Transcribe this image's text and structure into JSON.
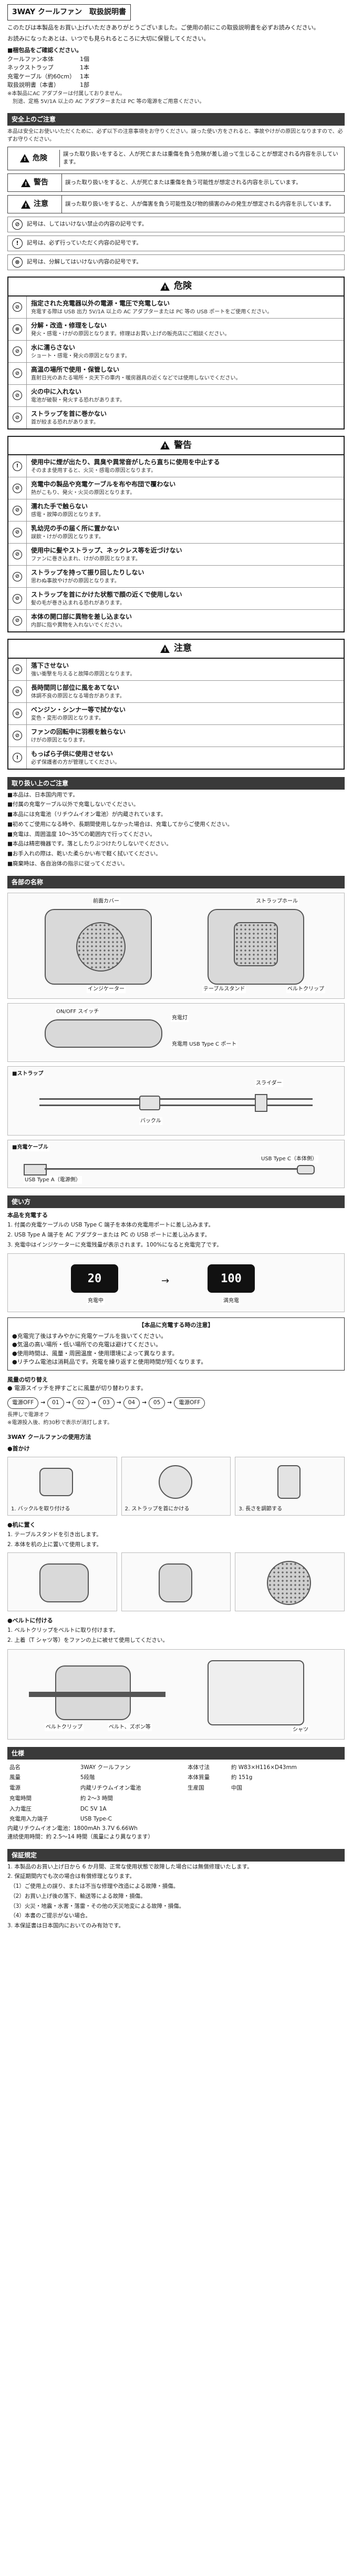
{
  "header": {
    "title": "3WAY クールファン　取扱説明書"
  },
  "intro": {
    "lines": [
      "このたびは本製品をお買い上げいただきありがとうございました。ご使用の前にこの取扱説明書を必ずお読みください。",
      "お読みになったあとは、いつでも見られるところに大切に保管してください。"
    ]
  },
  "package": {
    "heading": "■梱包品をご確認ください。",
    "items": [
      {
        "name": "クールファン本体",
        "qty": "1個"
      },
      {
        "name": "ネックストラップ",
        "qty": "1本"
      },
      {
        "name": "充電ケーブル（約60cm）",
        "qty": "1本"
      },
      {
        "name": "取扱説明書（本書）",
        "qty": "1部"
      }
    ],
    "note1": "※本製品にAC アダプターは付属しておりません。",
    "note2": "　別途、定格 5V/1A 以上の AC アダプターまたは PC 等の電源をご用意ください。"
  },
  "safety": {
    "section_title": "安全上のご注意",
    "intro": "本品は安全にお使いいただくために、必ず以下の注意事項をお守りください。誤った使い方をされると、事故やけがの原因となりますので、必ずお守りください。",
    "levels": [
      {
        "label": "危険",
        "text": "誤った取り扱いをすると、人が死亡または重傷を負う危険が差し迫って生じることが想定される内容を示しています。"
      },
      {
        "label": "警告",
        "text": "誤った取り扱いをすると、人が死亡または重傷を負う可能性が想定される内容を示しています。"
      },
      {
        "label": "注意",
        "text": "誤った取り扱いをすると、人が傷害を負う可能性及び物的損害のみの発生が想定される内容を示しています。"
      }
    ],
    "symbols": [
      {
        "glyph": "⊘",
        "text": "記号は、してはいけない禁止の内容の記号です。"
      },
      {
        "glyph": "!",
        "text": "記号は、必ず行っていただく内容の記号です。"
      },
      {
        "glyph": "⊗",
        "text": "記号は、分解してはいけない内容の記号です。"
      }
    ]
  },
  "danger": {
    "title": "危険",
    "items": [
      {
        "t": "指定された充電器以外の電源・電圧で充電しない",
        "d": "充電する際は USB 出力 5V/1A 以上の AC アダプターまたは PC 等の USB ポートをご使用ください。"
      },
      {
        "t": "分解・改造・修理をしない",
        "d": "発火・感電・けがの原因となります。修理はお買い上げの販売店にご相談ください。"
      },
      {
        "t": "水に濡らさない",
        "d": "ショート・感電・発火の原因となります。"
      },
      {
        "t": "高温の場所で使用・保管しない",
        "d": "直射日光のあたる場所・炎天下の車内・暖房器具の近くなどでは使用しないでください。"
      },
      {
        "t": "火の中に入れない",
        "d": "電池が破裂・発火する恐れがあります。"
      },
      {
        "t": "ストラップを首に巻かない",
        "d": "首が絞まる恐れがあります。"
      }
    ]
  },
  "warning": {
    "title": "警告",
    "items": [
      {
        "t": "使用中に煙が出たり、異臭や異常音がしたら直ちに使用を中止する",
        "d": "そのまま使用すると、火災・感電の原因となります。"
      },
      {
        "t": "充電中の製品や充電ケーブルを布や布団で覆わない",
        "d": "熱がこもり、発火・火災の原因となります。"
      },
      {
        "t": "濡れた手で触らない",
        "d": "感電・故障の原因となります。"
      },
      {
        "t": "乳幼児の手の届く所に置かない",
        "d": "誤飲・けがの原因となります。"
      },
      {
        "t": "使用中に髪やストラップ、ネックレス等を近づけない",
        "d": "ファンに巻き込まれ、けがの原因となります。"
      },
      {
        "t": "ストラップを持って振り回したりしない",
        "d": "思わぬ事故やけがの原因となります。"
      },
      {
        "t": "ストラップを首にかけた状態で顔の近くで使用しない",
        "d": "髪の毛が巻き込まれる恐れがあります。"
      },
      {
        "t": "本体の開口部に異物を差し込まない",
        "d": "内部に指や異物を入れないでください。"
      }
    ]
  },
  "caution": {
    "title": "注意",
    "items": [
      {
        "t": "落下させない",
        "d": "強い衝撃を与えると故障の原因となります。"
      },
      {
        "t": "長時間同じ部位に風をあてない",
        "d": "体調不良の原因となる場合があります。"
      },
      {
        "t": "ベンジン・シンナー等で拭かない",
        "d": "変色・変形の原因となります。"
      },
      {
        "t": "ファンの回転中に羽根を触らない",
        "d": "けがの原因となります。"
      },
      {
        "t": "もっぱら子供に使用させない",
        "d": "必ず保護者の方が管理してください。"
      }
    ]
  },
  "handling": {
    "section_title": "取り扱い上のご注意",
    "lines": [
      "■本品は、日本国内用です。",
      "■付属の充電ケーブル以外で充電しないでください。",
      "■本品には充電池（リチウムイオン電池）が内蔵されています。",
      "■初めてご使用になる時や、長期間使用しなかった場合は、充電してからご使用ください。",
      "■充電は、周囲温度 10〜35℃の範囲内で行ってください。",
      "■本品は精密機器です。落としたりぶつけたりしないでください。",
      "■お手入れの際は、乾いた柔らかい布で軽く拭いてください。",
      "■廃棄時は、各自治体の指示に従ってください。"
    ]
  },
  "parts": {
    "section_title": "各部の名称",
    "labels": {
      "front_cover": "前面カバー",
      "strap_hole": "ストラップホール",
      "indicator": "インジケーター",
      "table_stand": "テーブルスタンド",
      "belt_clip": "ベルトクリップ",
      "on_off": "ON/OFF スイッチ",
      "charge_port": "充電用 USB Type C ポート",
      "charge_lamp": "充電灯",
      "strap": "■ストラップ",
      "slider": "スライダー",
      "buckle": "バックル",
      "cable": "■充電ケーブル",
      "usb_a": "USB Type A（電源側）",
      "usb_c": "USB Type C（本体側）"
    }
  },
  "usage": {
    "section_title": "使い方",
    "charge_head": "本品を充電する",
    "charge_lines": [
      "1. 付属の充電ケーブルの USB Type C 端子を本体の充電用ポートに差し込みます。",
      "2. USB Type A 端子を AC アダプターまたは PC の USB ポートに差し込みます。",
      "3. 充電中はインジケーターに充電残量が表示されます。100%になると充電完了です。"
    ],
    "display_charging": "20",
    "display_full": "100",
    "display_cap_charging": "充電中",
    "display_cap_full": "満充電",
    "check_head": "【本品に充電する時の注意】",
    "check_lines": [
      "●充電完了後はすみやかに充電ケーブルを抜いてください。",
      "●気温の高い場所・低い場所での充電は避けてください。",
      "●使用時間は、風量・周囲温度・使用環境によって異なります。",
      "●リチウム電池は消耗品です。充電を繰り返すと使用時間が短くなります。"
    ],
    "mode_head": "風量の切り替え",
    "mode_line": "● 電源スイッチを押すごとに風量が切り替わります。",
    "modes": [
      "電源OFF",
      "01",
      "02",
      "03",
      "04",
      "05",
      "電源OFF"
    ],
    "mode_note": "長押しで電源オフ",
    "mode_note2": "※電源投入後、約30秒で表示が消灯します。"
  },
  "methods": {
    "head": "3WAY クールファンの使用方法",
    "neck_head": "●首かけ",
    "neck_steps": [
      "1. バックルを取り付ける",
      "2. ストラップを首にかける",
      "3. 長さを調節する"
    ],
    "stand_head": "●机に置く",
    "stand_lines": [
      "1. テーブルスタンドを引き出します。",
      "2. 本体を机の上に置いて使用します。"
    ],
    "belt_head": "●ベルトに付ける",
    "belt_lines": [
      "1. ベルトクリップをベルトに取り付けます。",
      "2. 上着（T シャツ等）をファンの上に被せて使用してください。"
    ],
    "belt_label": "ベルトクリップ",
    "belt_label2": "ベルト、ズボン等",
    "shirt_label": "シャツ"
  },
  "spec": {
    "section_title": "仕様",
    "left": [
      {
        "k": "品名",
        "v": "3WAY クールファン"
      },
      {
        "k": "風量",
        "v": "5段階"
      },
      {
        "k": "電源",
        "v": "内蔵リチウムイオン電池"
      },
      {
        "k": "充電時間",
        "v": "約 2〜3 時間"
      },
      {
        "k": "入力電圧",
        "v": "DC 5V 1A"
      },
      {
        "k": "充電用入力端子",
        "v": "USB Type-C"
      }
    ],
    "right": [
      {
        "k": "本体寸法",
        "v": "約 W83×H116×D43mm"
      },
      {
        "k": "本体質量",
        "v": "約 151g"
      },
      {
        "k": "生産国",
        "v": "中国"
      }
    ],
    "battery": "内蔵リチウムイオン電池：1800mAh 3.7V 6.66Wh",
    "usage_time": "連続使用時間：約 2.5〜14 時間（風量により異なります）"
  },
  "warranty": {
    "section_title": "保証規定",
    "lines": [
      "1. 本製品のお買い上げ日から 6 か月間、正常な使用状態で故障した場合には無償修理いたします。",
      "2. 保証期間内でも次の場合は有償修理となります。",
      "　（1）ご使用上の誤り、または不当な修理や改造による故障・損傷。",
      "　（2）お買い上げ後の落下、輸送等による故障・損傷。",
      "　（3）火災・地震・水害・落雷・その他の天災地変による故障・損傷。",
      "　（4）本書のご提示がない場合。",
      "3. 本保証書は日本国内においてのみ有効です。"
    ]
  }
}
